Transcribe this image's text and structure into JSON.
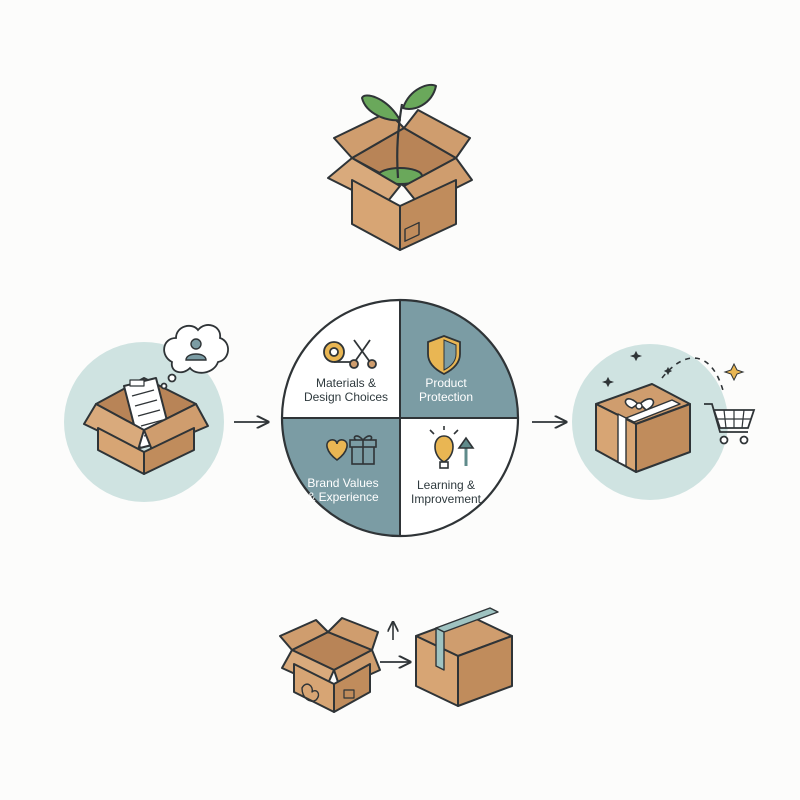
{
  "colors": {
    "cardboard": "#cf9d6e",
    "cardboard_dark": "#b07c4f",
    "outline": "#2f3437",
    "teal": "#7b9ca4",
    "teal_light": "#cfe3e1",
    "leaf": "#6aa85b",
    "white": "#ffffff"
  },
  "quadrants": [
    {
      "id": "materials",
      "line1": "Materials &",
      "line2": "Design Choices",
      "fill": "#ffffff",
      "icons": [
        "tape-icon",
        "scissors-icon"
      ]
    },
    {
      "id": "protection",
      "line1": "Product",
      "line2": "Protection",
      "fill": "#7b9ca4",
      "icons": [
        "shield-icon"
      ]
    },
    {
      "id": "brand",
      "line1": "Brand Values",
      "line2": "& Experience",
      "fill": "#7b9ca4",
      "icons": [
        "heart-icon",
        "gift-icon"
      ]
    },
    {
      "id": "learning",
      "line1": "Learning &",
      "line2": "Improvement",
      "fill": "#ffffff",
      "icons": [
        "lightbulb-icon",
        "up-arrow-icon"
      ]
    }
  ],
  "nodes": {
    "top": {
      "icon": "sprouting-box-icon"
    },
    "left": {
      "icon": "box-with-document-icon",
      "bubble_icon": "customer-thought-icon"
    },
    "right": {
      "icon": "gift-box-icon",
      "extra_icon": "shopping-cart-icon"
    },
    "bottom": {
      "icons": [
        "open-box-icon",
        "sealed-box-icon"
      ]
    }
  }
}
